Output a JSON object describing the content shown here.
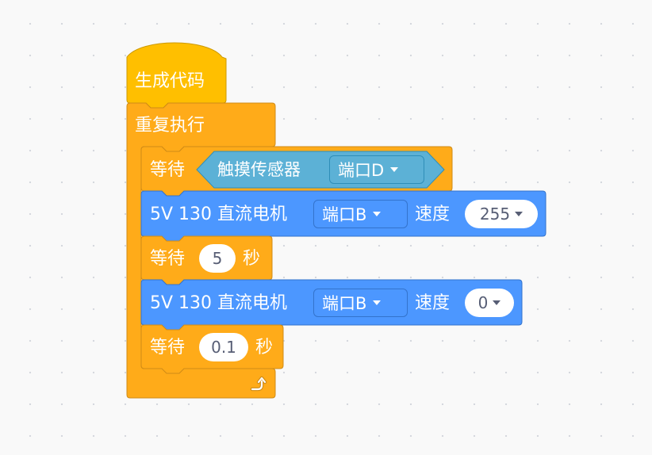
{
  "hat": {
    "label": "生成代码"
  },
  "loop": {
    "label": "重复执行",
    "arrow_icon": "loop-arrow-icon"
  },
  "wait_until": {
    "label": "等待",
    "sensor_label": "触摸传感器",
    "port_value": "端口D"
  },
  "motor_1": {
    "label": "5V 130 直流电机",
    "port_value": "端口B",
    "speed_label": "速度",
    "speed_value": "255"
  },
  "wait_1": {
    "label": "等待",
    "seconds": "5",
    "unit": "秒"
  },
  "motor_2": {
    "label": "5V 130 直流电机",
    "port_value": "端口B",
    "speed_label": "速度",
    "speed_value": "0"
  },
  "wait_2": {
    "label": "等待",
    "seconds": "0.1",
    "unit": "秒"
  },
  "colors": {
    "control_orange": "#ffab19",
    "control_border": "#cf8b17",
    "hat_yellow": "#ffbf00",
    "hat_border": "#cc9900",
    "motor_blue": "#4c97ff",
    "motor_border": "#3373cc",
    "sensor_cyan": "#5cb1d6",
    "sensor_border": "#2e8eb8",
    "workspace_bg": "#f9f9f9"
  }
}
